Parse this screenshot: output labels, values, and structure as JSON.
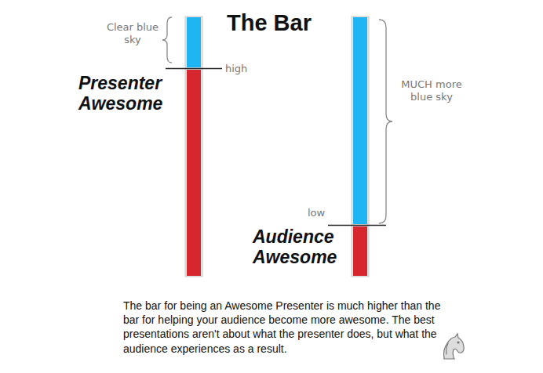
{
  "diagram": {
    "title": "The Bar",
    "caption": "The bar for being an Awesome Presenter is much higher than the bar for helping your audience become more awesome. The best presentations aren't about what the presenter does, but what the audience experiences as a result.",
    "labels": [
      "Clear blue sky",
      "high",
      "Presenter Awesome",
      "MUCH more blue sky",
      "low",
      "Audience Awesome"
    ]
  }
}
